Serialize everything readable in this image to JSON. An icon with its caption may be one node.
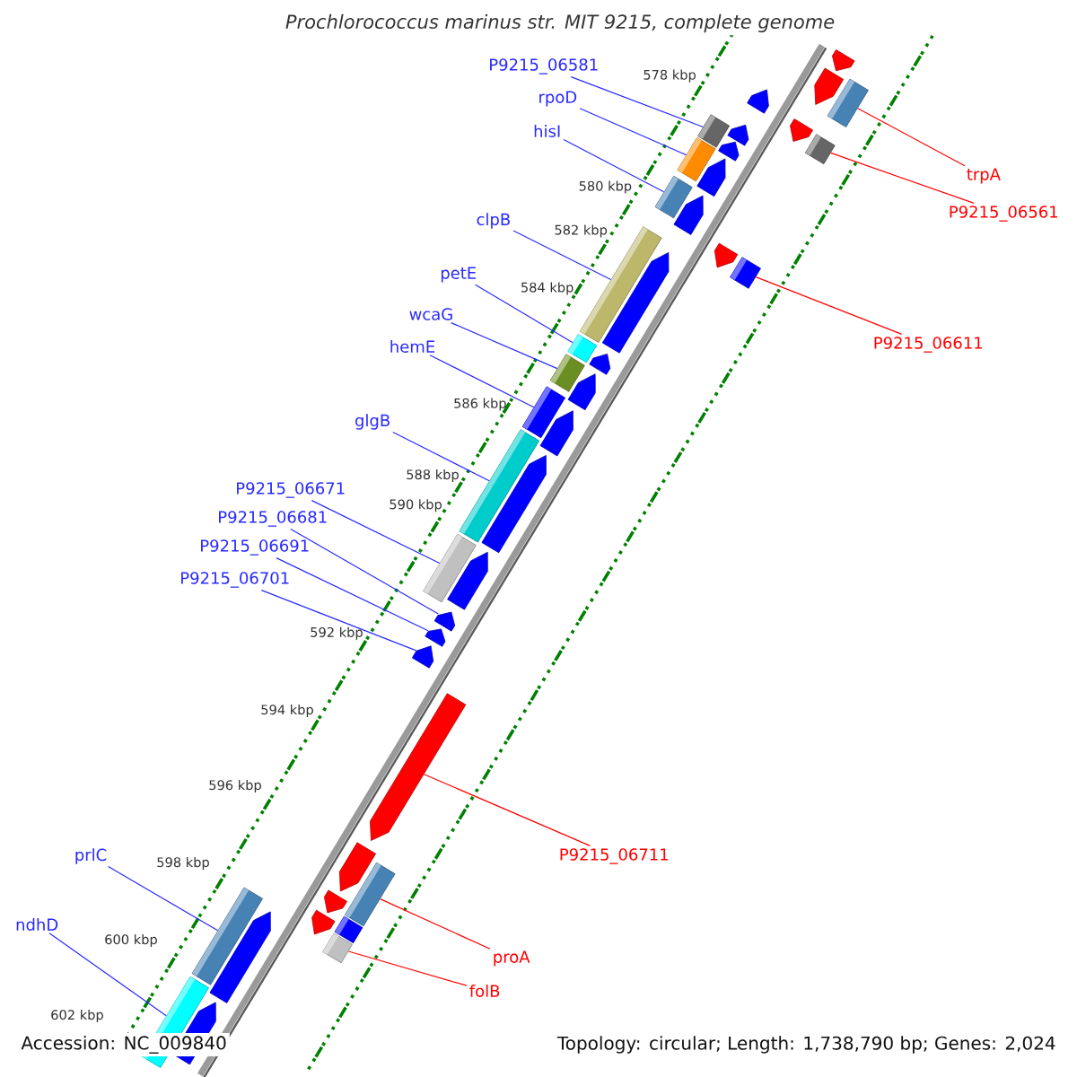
{
  "diagram": {
    "title": "Prochlorococcus marinus str. MIT 9215, complete genome",
    "nodes": [
      {
        "text": [
          "P9215_06581"
        ]
      },
      {
        "text": [
          "rpoD"
        ]
      },
      {
        "text": [
          "hisI"
        ]
      },
      {
        "text": [
          "trpA"
        ]
      },
      {
        "text": [
          "P9215_06561"
        ]
      },
      {
        "text": [
          "clpB"
        ]
      },
      {
        "text": [
          "petE"
        ]
      },
      {
        "text": [
          "wcaG"
        ]
      },
      {
        "text": [
          "P9215_06611"
        ]
      },
      {
        "text": [
          "hemE"
        ]
      },
      {
        "text": [
          "glgB"
        ]
      },
      {
        "text": [
          "P9215_06671"
        ]
      },
      {
        "text": [
          "P9215_06681"
        ]
      },
      {
        "text": [
          "P9215_06691"
        ]
      },
      {
        "text": [
          "P9215_06701"
        ]
      },
      {
        "text": [
          "P9215_06711"
        ]
      },
      {
        "text": [
          "prlC"
        ]
      },
      {
        "text": [
          "ndhD"
        ]
      },
      {
        "text": [
          "proA"
        ]
      },
      {
        "text": [
          "folB"
        ]
      },
      {
        "text": [],
        "shape": "arrow"
      },
      {
        "text": [],
        "shape": "arrow"
      },
      {
        "text": [],
        "shape": "arrow"
      },
      {
        "text": [],
        "shape": "bar"
      },
      {
        "text": [],
        "shape": "bar"
      },
      {
        "text": [],
        "shape": "arrow"
      },
      {
        "text": [],
        "shape": "arrow"
      },
      {
        "text": [],
        "shape": "bar"
      },
      {
        "text": [],
        "shape": "arrow"
      },
      {
        "text": [],
        "shape": "bar"
      },
      {
        "text": [],
        "shape": "arrow"
      },
      {
        "text": [],
        "shape": "bar"
      },
      {
        "text": [],
        "shape": "arrow"
      },
      {
        "text": [],
        "shape": "arrow"
      },
      {
        "text": [],
        "shape": "bar"
      },
      {
        "text": [],
        "shape": "bar"
      },
      {
        "text": [],
        "shape": "arrow"
      },
      {
        "text": [],
        "shape": "bar"
      },
      {
        "text": [],
        "shape": "arrow"
      },
      {
        "text": [],
        "shape": "bar"
      },
      {
        "text": [],
        "shape": "arrow"
      },
      {
        "text": [],
        "shape": "bar"
      },
      {
        "text": [],
        "shape": "arrow"
      },
      {
        "text": [],
        "shape": "bar"
      },
      {
        "text": [],
        "shape": "arrow"
      },
      {
        "text": [],
        "shape": "bar"
      },
      {
        "text": [],
        "shape": "arrow"
      },
      {
        "text": [],
        "shape": "arrow"
      },
      {
        "text": [],
        "shape": "arrow"
      },
      {
        "text": [],
        "shape": "arrow"
      },
      {
        "text": [],
        "shape": "arrow"
      },
      {
        "text": [],
        "shape": "arrow"
      },
      {
        "text": [],
        "shape": "bar"
      },
      {
        "text": [],
        "shape": "arrow"
      },
      {
        "text": [],
        "shape": "arrow"
      },
      {
        "text": [],
        "shape": "bar"
      },
      {
        "text": [],
        "shape": "bar"
      },
      {
        "text": [],
        "shape": "bar"
      },
      {
        "text": [],
        "shape": "arrow"
      },
      {
        "text": [],
        "shape": "bar"
      },
      {
        "text": [],
        "shape": "arrow"
      }
    ],
    "edges": [
      {
        "from": 0,
        "to": 24,
        "arrow": "none"
      },
      {
        "from": 1,
        "to": 29,
        "arrow": "none"
      },
      {
        "from": 2,
        "to": 31,
        "arrow": "none"
      },
      {
        "from": 3,
        "to": 23,
        "arrow": "none",
        "color": "#ff0000"
      },
      {
        "from": 4,
        "to": 27,
        "arrow": "none",
        "color": "#ff0000"
      },
      {
        "from": 5,
        "to": 35,
        "arrow": "none"
      },
      {
        "from": 6,
        "to": 37,
        "arrow": "none"
      },
      {
        "from": 7,
        "to": 39,
        "arrow": "none"
      },
      {
        "from": 8,
        "to": 34,
        "arrow": "none",
        "color": "#ff0000"
      },
      {
        "from": 9,
        "to": 41,
        "arrow": "none"
      },
      {
        "from": 10,
        "to": 43,
        "arrow": "none"
      },
      {
        "from": 11,
        "to": 45,
        "arrow": "none"
      },
      {
        "from": 12,
        "to": 47,
        "arrow": "none"
      },
      {
        "from": 13,
        "to": 48,
        "arrow": "none"
      },
      {
        "from": 14,
        "to": 49,
        "arrow": "none"
      },
      {
        "from": 15,
        "to": 50,
        "arrow": "none",
        "color": "#ff0000"
      },
      {
        "from": 16,
        "to": 56,
        "arrow": "none"
      },
      {
        "from": 17,
        "to": 59,
        "arrow": "none"
      },
      {
        "from": 18,
        "to": 52,
        "arrow": "none",
        "color": "#ff0000"
      },
      {
        "from": 19,
        "to": 57,
        "arrow": "none",
        "color": "#ff0000"
      }
    ],
    "labels": [
      "578 kbp",
      "580 kbp",
      "582 kbp",
      "584 kbp",
      "586 kbp",
      "588 kbp",
      "590 kbp",
      "592 kbp",
      "594 kbp",
      "596 kbp",
      "598 kbp",
      "600 kbp",
      "602 kbp",
      "Accession: NC_009840",
      "Topology: circular; Length: 1,738,790 bp; Genes: 2,024"
    ]
  }
}
